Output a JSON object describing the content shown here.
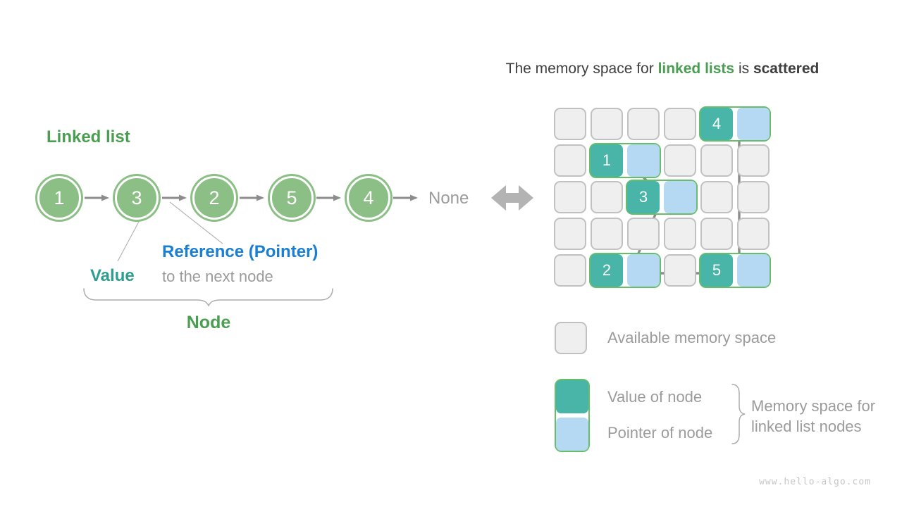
{
  "left": {
    "heading": "Linked list",
    "nodes": [
      "1",
      "3",
      "2",
      "5",
      "4"
    ],
    "none_label": "None",
    "value_label": "Value",
    "reference_label": "Reference (Pointer)",
    "reference_sub": "to the next node",
    "node_label": "Node"
  },
  "right": {
    "title": {
      "prefix": "The memory space for ",
      "highlight": "linked lists",
      "middle": " is ",
      "emphasis": "scattered"
    },
    "grid": {
      "rows": 5,
      "cols": 6,
      "pairs": [
        {
          "value": "4",
          "row": 0,
          "col": 4
        },
        {
          "value": "1",
          "row": 1,
          "col": 1
        },
        {
          "value": "3",
          "row": 2,
          "col": 2
        },
        {
          "value": "2",
          "row": 4,
          "col": 1
        },
        {
          "value": "5",
          "row": 4,
          "col": 4
        }
      ],
      "traversal_order": [
        "1",
        "3",
        "2",
        "5",
        "4"
      ]
    },
    "legend": {
      "available": "Available memory space",
      "value_of_node": "Value of node",
      "pointer_of_node": "Pointer of node",
      "memory_space_line1": "Memory space for",
      "memory_space_line2": "linked list nodes"
    }
  },
  "watermark": "www.hello-algo.com",
  "colors": {
    "node_green": "#8CBF86",
    "label_green": "#4A9E52",
    "teal_fill": "#48B5A8",
    "teal_text": "#2F9E8F",
    "pointer_blue_fill": "#B6D9F3",
    "reference_blue_text": "#1A7ED2",
    "pair_border_green": "#67BE69",
    "cell_fill": "#EFEFEF",
    "cell_border": "#C1C1C1",
    "arrow_gray": "#8C8C8C",
    "text_gray": "#9B9B9B",
    "title_dark": "#3F3F3F"
  }
}
